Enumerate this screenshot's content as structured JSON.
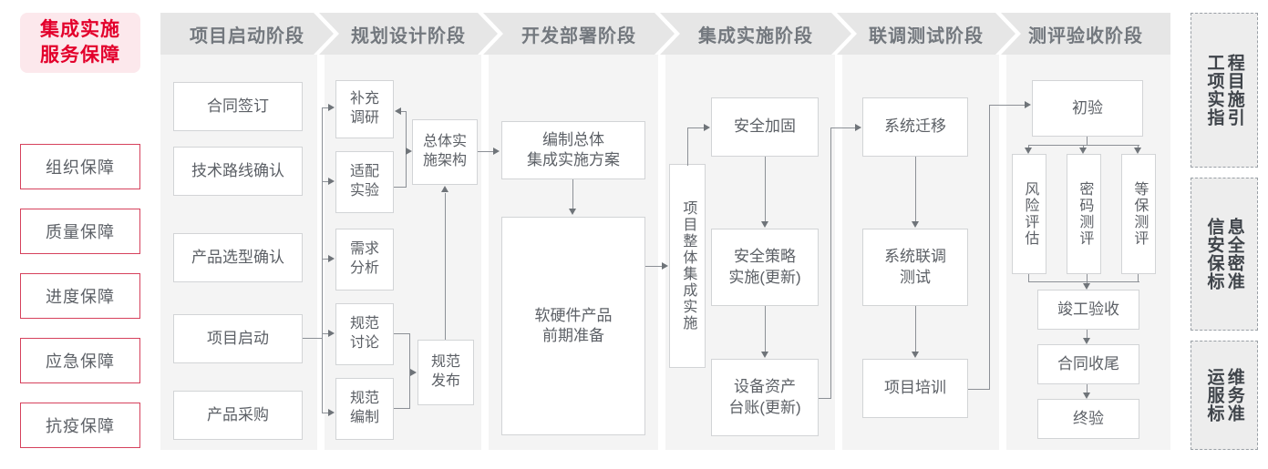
{
  "brand": {
    "line1": "集成实施",
    "line2": "服务保障"
  },
  "guarantees": [
    {
      "label": "组织保障"
    },
    {
      "label": "质量保障"
    },
    {
      "label": "进度保障"
    },
    {
      "label": "应急保障"
    },
    {
      "label": "抗疫保障"
    }
  ],
  "phases": [
    {
      "id": "p1",
      "title": "项目启动阶段"
    },
    {
      "id": "p2",
      "title": "规划设计阶段"
    },
    {
      "id": "p3",
      "title": "开发部署阶段"
    },
    {
      "id": "p4",
      "title": "集成实施阶段"
    },
    {
      "id": "p5",
      "title": "联调测试阶段"
    },
    {
      "id": "p6",
      "title": "测评验收阶段"
    }
  ],
  "nodes": {
    "p1": [
      {
        "label": "合同签订"
      },
      {
        "label": "技术路线确认"
      },
      {
        "label": "产品选型确认"
      },
      {
        "label": "项目启动"
      },
      {
        "label": "产品采购"
      }
    ],
    "p2": [
      {
        "label": "补充\n调研"
      },
      {
        "label": "适配\n实验"
      },
      {
        "label": "需求\n分析"
      },
      {
        "label": "规范\n讨论"
      },
      {
        "label": "规范\n编制"
      },
      {
        "label": "总体实\n施架构"
      },
      {
        "label": "规范\n发布"
      }
    ],
    "p3": [
      {
        "label": "编制总体\n集成实施方案"
      },
      {
        "label": "软硬件产品\n前期准备"
      }
    ],
    "p4": [
      {
        "label": "项目整体集成实施",
        "vertical": true
      },
      {
        "label": "安全加固"
      },
      {
        "label": "安全策略\n实施(更新)"
      },
      {
        "label": "设备资产\n台账(更新)"
      }
    ],
    "p5": [
      {
        "label": "系统迁移"
      },
      {
        "label": "系统联调\n测试"
      },
      {
        "label": "项目培训"
      }
    ],
    "p6": [
      {
        "label": "初验"
      },
      {
        "label": "风险评估",
        "vertical": true
      },
      {
        "label": "密码测评",
        "vertical": true
      },
      {
        "label": "等保测评",
        "vertical": true
      },
      {
        "label": "竣工验收"
      },
      {
        "label": "合同收尾"
      },
      {
        "label": "终验"
      }
    ]
  },
  "standards": [
    {
      "right": "程目施引",
      "left": "工项实指",
      "full": "工程项目实施指引"
    },
    {
      "right": "息全密准",
      "left": "信安保标",
      "full": "信息安全保密标准"
    },
    {
      "right": "维务准",
      "left": "运服标",
      "full": "运维服务标准"
    }
  ],
  "colors": {
    "brand_bg": "#fce8ec",
    "brand_text": "#e3002b",
    "guarantee_border": "#d6415c",
    "header_bg": "#e6e6e6",
    "header_text": "#73787e",
    "panel_bg": "#f4f4f4",
    "node_border": "#d2d4d6",
    "node_text": "#5c6066",
    "connector": "#8c9096",
    "std_bg": "#ededed",
    "std_border": "#9aa0a6"
  }
}
